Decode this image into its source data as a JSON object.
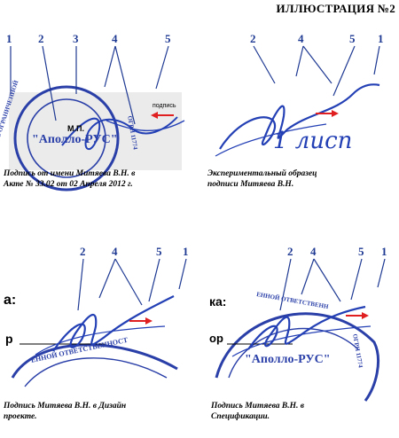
{
  "title": "ИЛЛЮСТРАЦИЯ №2",
  "colors": {
    "ink": "#2440b5",
    "stamp": "#2a3fa8",
    "marker": "#1f3a93",
    "arrow": "#e02020"
  },
  "panels": [
    {
      "numbers": [
        "1",
        "2",
        "3",
        "4",
        "5"
      ],
      "stamp_text": "\"Аполло-РУС\"",
      "stamp_ring_text": "С ОГРАНИЧЕННОЙ",
      "stamp_ring_text_right": "ОГРН 11774",
      "doc_fragment": "М.П.",
      "signature_label": "подпись",
      "caption_line1": "Подпись от имени Митяева В.Н. в",
      "caption_line2": "Акте № 33.02 от 02 Апреля 2012 г."
    },
    {
      "numbers": [
        "2",
        "4",
        "5",
        "1"
      ],
      "handwriting": "1 лисп",
      "caption_line1": "Экспериментальный образец",
      "caption_line2": "подписи Митяева В.Н."
    },
    {
      "numbers": [
        "2",
        "4",
        "5",
        "1"
      ],
      "doc_fragment_a": "а:",
      "doc_fragment_b": "р",
      "stamp_ring_text": "ЕННОЙ ОТВЕТСТВЕННОСТ",
      "caption_line1": "Подпись Митяева В.Н. в Дизайн",
      "caption_line2": "проекте."
    },
    {
      "numbers": [
        "2",
        "4",
        "5",
        "1"
      ],
      "doc_fragment_a": "ка:",
      "doc_fragment_b": "ор",
      "stamp_text": "\"Аполло-РУС\"",
      "stamp_ring_text": "ЕННОЙ ОТВЕТСТВЕНН",
      "stamp_ring_text_right": "ОГРН 11774",
      "caption_line1": "Подпись Митяева В.Н. в",
      "caption_line2": "Спецификации."
    }
  ]
}
